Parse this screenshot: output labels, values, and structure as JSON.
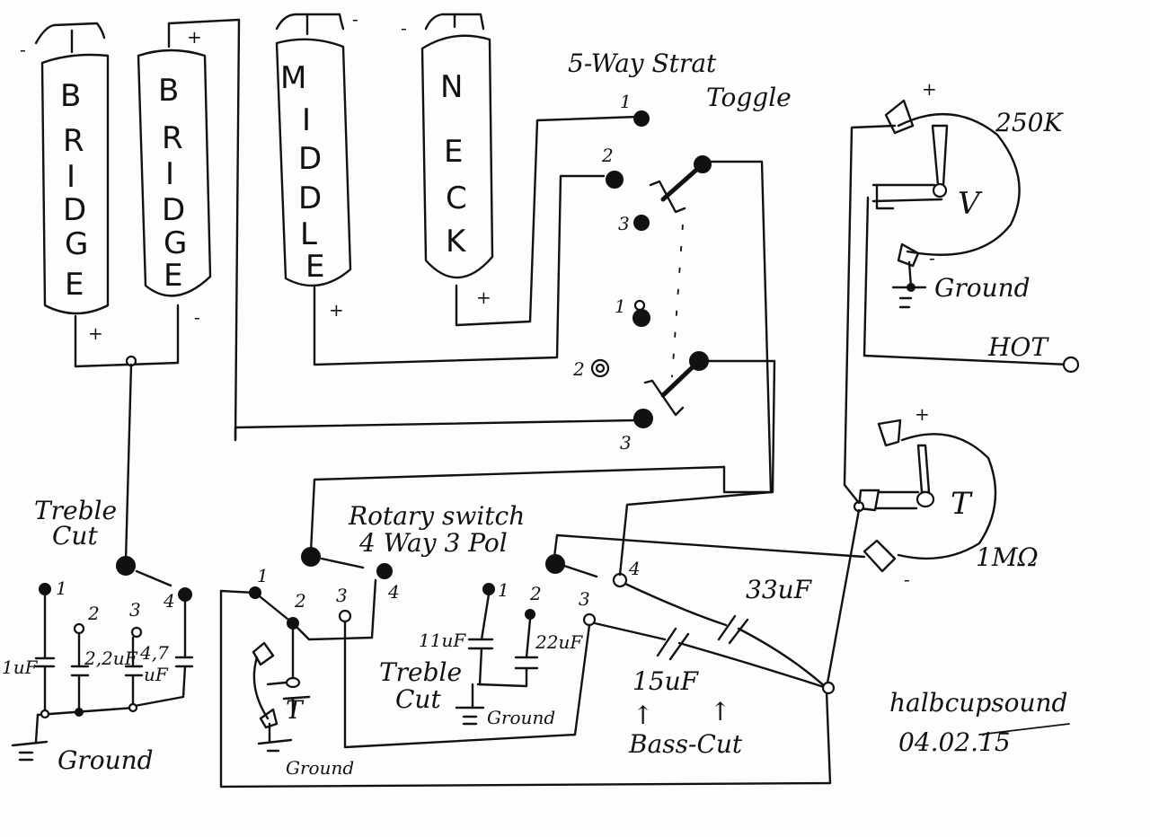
{
  "diagram": {
    "title": "5-Way Strat Toggle",
    "title_line1": "5-Way Strat",
    "title_line2": "Toggle",
    "pickups": [
      {
        "id": "bridge-1",
        "letters": [
          "B",
          "R",
          "I",
          "D",
          "G",
          "E"
        ],
        "top_polarity": "-",
        "bottom_polarity": "+"
      },
      {
        "id": "bridge-2",
        "letters": [
          "B",
          "R",
          "I",
          "D",
          "G",
          "E"
        ],
        "top_polarity": "+",
        "bottom_polarity": "-"
      },
      {
        "id": "middle",
        "letters": [
          "M",
          "I",
          "D",
          "D",
          "L",
          "E"
        ],
        "top_polarity": "-",
        "bottom_polarity": "+"
      },
      {
        "id": "neck",
        "letters": [
          "N",
          "E",
          "C",
          "K"
        ],
        "top_polarity": "-",
        "bottom_polarity": "+"
      }
    ],
    "toggle": {
      "upper_pins": [
        "1",
        "2",
        "3"
      ],
      "lower_pins": [
        "1",
        "2",
        "3"
      ]
    },
    "volume_pot": {
      "value": "250K",
      "letter": "V",
      "plus": "+",
      "minus": "-",
      "ground": "Ground",
      "output": "HOT"
    },
    "tone_pot": {
      "value": "1MΩ",
      "letter": "T",
      "plus": "+",
      "minus": "-"
    },
    "treble_cut_left": {
      "label_line1": "Treble",
      "label_line2": "Cut",
      "pins": [
        "1",
        "2",
        "3",
        "4"
      ],
      "caps": [
        "1uF",
        "2,2uF",
        "4,7",
        "uF"
      ],
      "ground": "Ground"
    },
    "rotary": {
      "label_line1": "Rotary switch",
      "label_line2": "4 Way 3 Pol",
      "pole_a_pins": [
        "1",
        "2",
        "3",
        "4"
      ],
      "pole_b_pins": [
        "1",
        "2",
        "3",
        "4"
      ],
      "mini_tone_letter": "T",
      "mini_ground": "Ground"
    },
    "treble_cut_mid": {
      "label_line1": "Treble",
      "label_line2": "Cut",
      "caps": [
        "11uF",
        "22uF"
      ],
      "ground": "Ground"
    },
    "bass_cut": {
      "caps": [
        "15uF",
        "33uF"
      ],
      "label": "Bass-Cut",
      "arrows": [
        "↑",
        "↑"
      ]
    },
    "signature": {
      "name": "halbcupsound",
      "date": "04.02.15"
    }
  }
}
